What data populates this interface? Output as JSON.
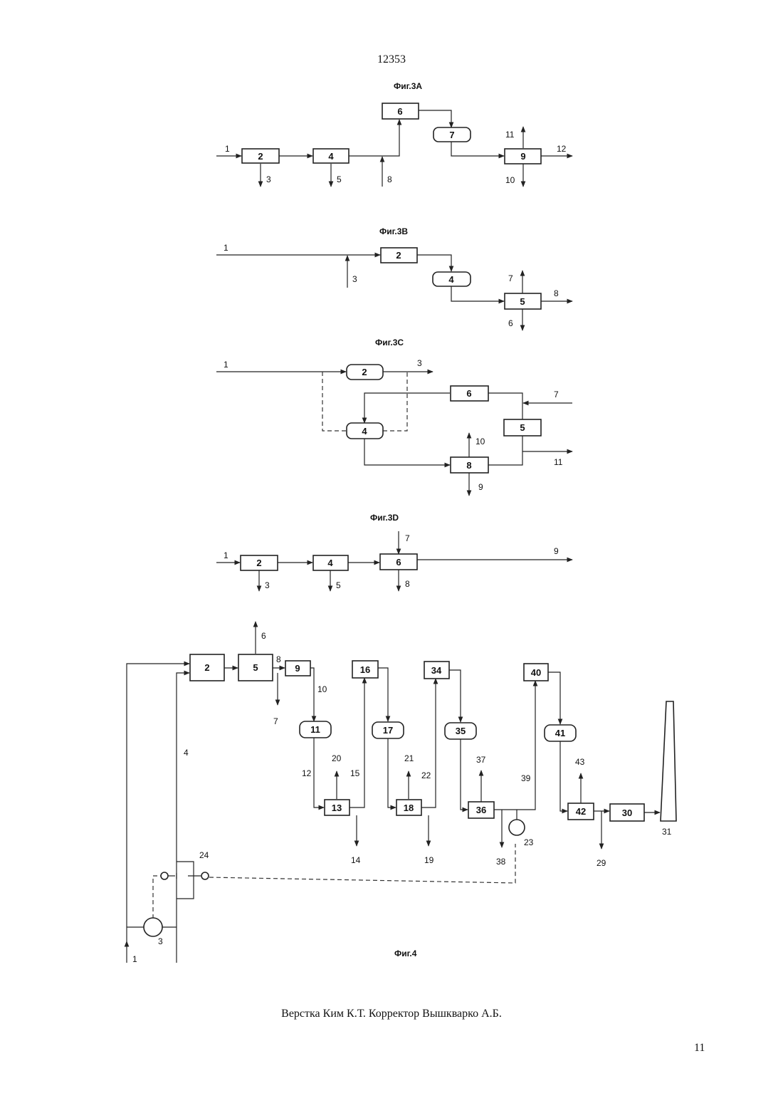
{
  "header": {
    "doc_number": "12353"
  },
  "footer": {
    "credits": "Верстка Ким К.Т.  Корректор Вышкварко А.Б.",
    "page_number": "11"
  },
  "figures": {
    "fig3a": {
      "title": "Фиг.3А",
      "units": [
        "2",
        "4",
        "6",
        "7",
        "9"
      ],
      "streams": [
        "1",
        "3",
        "5",
        "8",
        "11",
        "12",
        "10"
      ]
    },
    "fig3b": {
      "title": "Фиг.3В",
      "units": [
        "2",
        "4",
        "5"
      ],
      "streams": [
        "1",
        "3",
        "7",
        "8",
        "6"
      ]
    },
    "fig3c": {
      "title": "Фиг.3С",
      "units": [
        "2",
        "6",
        "4",
        "5",
        "8"
      ],
      "streams": [
        "1",
        "3",
        "7",
        "10",
        "11",
        "9"
      ]
    },
    "fig3d": {
      "title": "Фиг.3D",
      "units": [
        "2",
        "4",
        "6"
      ],
      "streams": [
        "1",
        "7",
        "9",
        "3",
        "5",
        "8"
      ]
    },
    "fig4": {
      "title": "Фиг.4",
      "units": [
        "2",
        "5",
        "9",
        "11",
        "13",
        "16",
        "17",
        "18",
        "34",
        "35",
        "36",
        "40",
        "41",
        "42",
        "30",
        "3",
        "23",
        "31"
      ],
      "streams": [
        "6",
        "8",
        "7",
        "10",
        "4",
        "12",
        "20",
        "15",
        "14",
        "21",
        "22",
        "19",
        "37",
        "39",
        "38",
        "43",
        "29",
        "24",
        "1"
      ]
    }
  }
}
